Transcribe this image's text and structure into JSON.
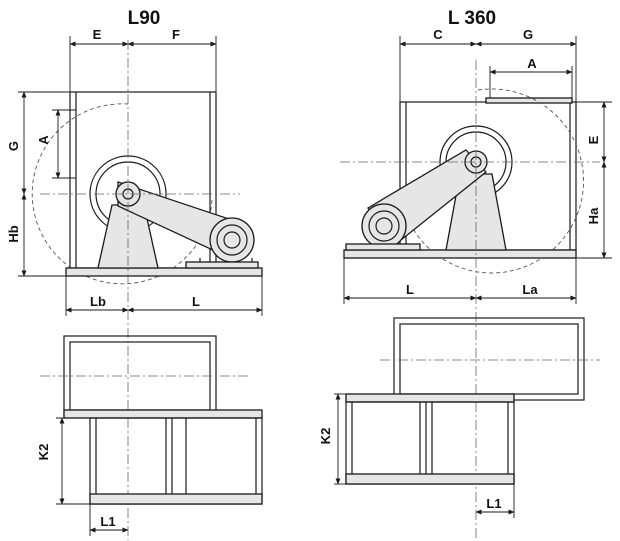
{
  "titles": {
    "left": "L90",
    "right": "L 360"
  },
  "labels": {
    "left": {
      "E": "E",
      "F": "F",
      "G": "G",
      "A": "A",
      "Hb": "Hb",
      "Lb": "Lb",
      "L": "L",
      "K2": "K2",
      "L1": "L1"
    },
    "right": {
      "C": "C",
      "G": "G",
      "A": "A",
      "E": "E",
      "Ha": "Ha",
      "L": "L",
      "La": "La",
      "K2": "K2",
      "L1": "L1"
    }
  }
}
